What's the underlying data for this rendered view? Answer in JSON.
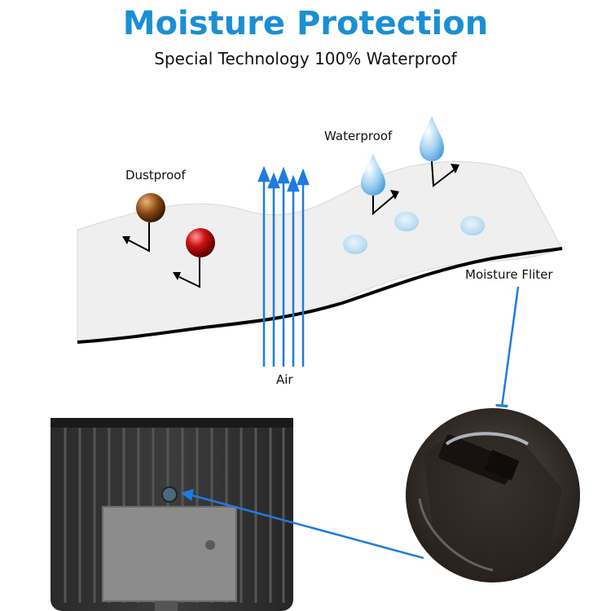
{
  "title": "Moisture Protection",
  "subtitle": "Special Technology 100% Waterproof",
  "labels": {
    "dustproof": "Dustproof",
    "waterproof": "Waterproof",
    "moisture_filter": "Moisture Fliter",
    "air": "Air"
  },
  "colors": {
    "title": "#1a8fd3",
    "arrow": "#1f7be0",
    "membrane_fill": "#efefef",
    "membrane_edge": "#000000",
    "particle_brown": "#8a4b14",
    "particle_red": "#cc1111",
    "water_drop": "#8ec7ee"
  },
  "images": {
    "fixture": "flood-light-fixture-back",
    "closeup": "moisture-filter-vent-closeup"
  }
}
